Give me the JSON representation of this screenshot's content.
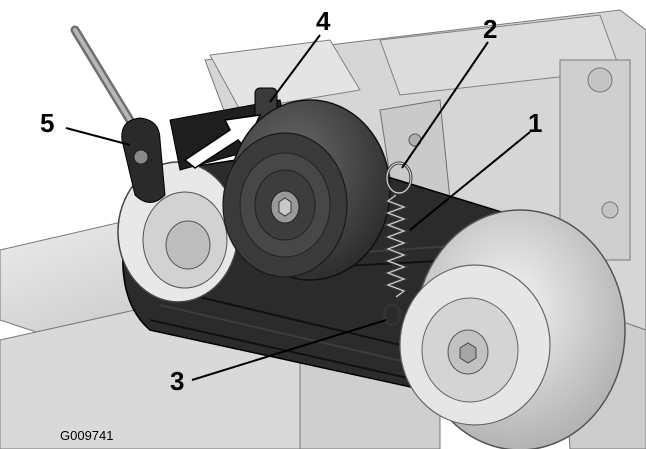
{
  "figure": {
    "figure_id": "G009741",
    "callouts": [
      {
        "label": "1"
      },
      {
        "label": "2"
      },
      {
        "label": "3"
      },
      {
        "label": "4"
      },
      {
        "label": "5"
      }
    ]
  }
}
